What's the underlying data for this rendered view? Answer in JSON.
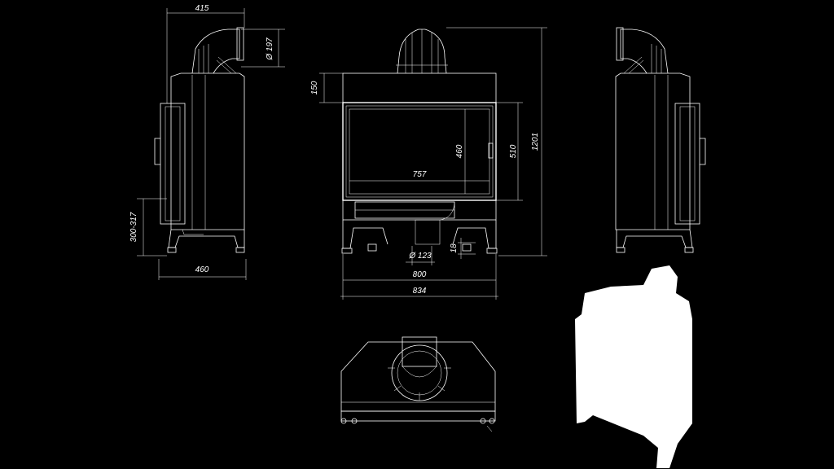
{
  "colors": {
    "background": "#000000",
    "lines": "#ffffff",
    "silhouette": "#ffffff"
  },
  "dimensions": {
    "side_depth_top": "415",
    "flue_diameter": "Ø 197",
    "outlet_height": "300-317",
    "side_depth_bottom": "460",
    "front_top_height": "150",
    "glass_height": "460",
    "glass_width": "757",
    "door_height": "510",
    "total_height": "1201",
    "leg_height": "18",
    "air_inlet_diameter": "Ø 123",
    "inner_width": "800",
    "outer_width": "834"
  }
}
